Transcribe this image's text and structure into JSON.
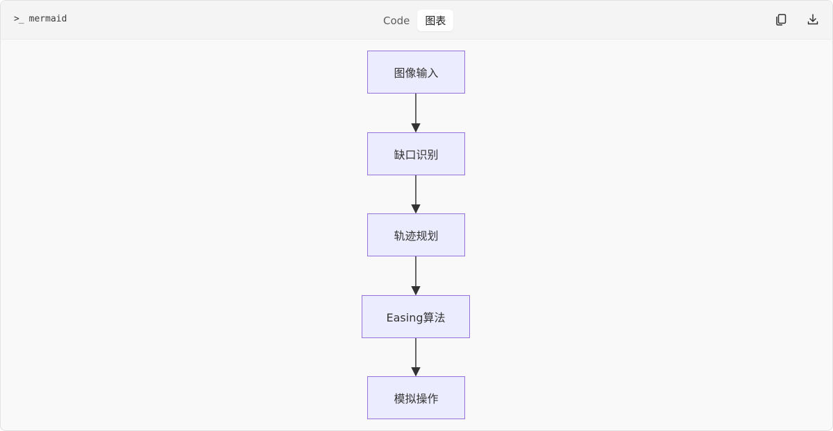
{
  "header": {
    "language_label": "mermaid",
    "terminal_icon": "terminal-icon",
    "tabs": [
      {
        "label": "Code",
        "active": false
      },
      {
        "label": "图表",
        "active": true
      }
    ],
    "actions": [
      {
        "icon": "copy-icon"
      },
      {
        "icon": "download-icon"
      }
    ]
  },
  "diagram": {
    "type": "flowchart",
    "direction": "TD",
    "colors": {
      "node_fill": "#ececff",
      "node_stroke": "#9370db",
      "edge": "#333333"
    },
    "nodes": [
      {
        "id": "n1",
        "label": "图像输入"
      },
      {
        "id": "n2",
        "label": "缺口识别"
      },
      {
        "id": "n3",
        "label": "轨迹规划"
      },
      {
        "id": "n4",
        "label": "Easing算法"
      },
      {
        "id": "n5",
        "label": "模拟操作"
      }
    ],
    "edges": [
      {
        "from": "n1",
        "to": "n2"
      },
      {
        "from": "n2",
        "to": "n3"
      },
      {
        "from": "n3",
        "to": "n4"
      },
      {
        "from": "n4",
        "to": "n5"
      }
    ]
  }
}
